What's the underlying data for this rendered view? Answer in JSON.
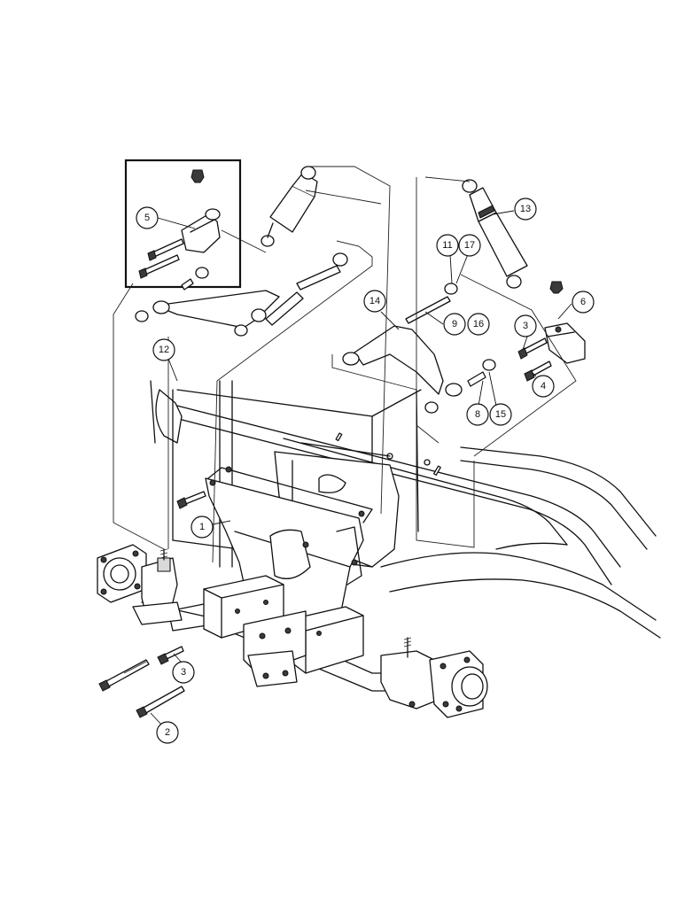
{
  "diagram": {
    "callouts": [
      {
        "id": "c5",
        "label": "5"
      },
      {
        "id": "c12",
        "label": "12"
      },
      {
        "id": "c14",
        "label": "14"
      },
      {
        "id": "c11",
        "label": "11"
      },
      {
        "id": "c17",
        "label": "17"
      },
      {
        "id": "c13",
        "label": "13"
      },
      {
        "id": "c9",
        "label": "9"
      },
      {
        "id": "c16",
        "label": "16"
      },
      {
        "id": "c3r",
        "label": "3"
      },
      {
        "id": "c6",
        "label": "6"
      },
      {
        "id": "c4",
        "label": "4"
      },
      {
        "id": "c8",
        "label": "8"
      },
      {
        "id": "c15",
        "label": "15"
      },
      {
        "id": "c1",
        "label": "1"
      },
      {
        "id": "c3l",
        "label": "3"
      },
      {
        "id": "c2",
        "label": "2"
      }
    ]
  }
}
